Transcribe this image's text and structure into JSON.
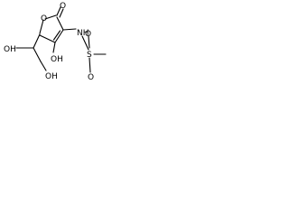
{
  "molecule": {
    "labels": {
      "ring_o": "O",
      "carbonyl_o": "O",
      "nh": "NH",
      "enol_oh": "OH",
      "so2_o_top": "O",
      "s": "S",
      "so2_o_bottom": "O",
      "sidechain_oh": "OH",
      "ch2_oh": "OH"
    }
  }
}
